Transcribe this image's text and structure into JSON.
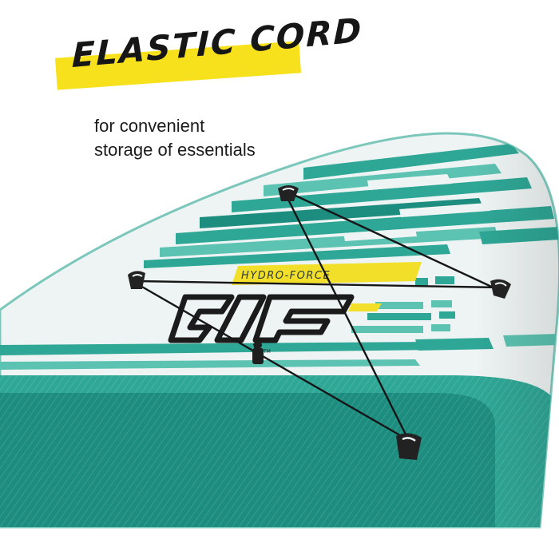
{
  "headline": "ELASTIC CORD",
  "subtitle_lines": [
    "for convenient",
    "storage of essentials"
  ],
  "board_brand": "HYDRO-FORCE",
  "board_tm": "TM",
  "colors": {
    "teal": "#2fa796",
    "teal_dark": "#1d8d7f",
    "teal_light": "#5cc2b1",
    "board_white": "#eef4f3",
    "highlight_yellow": "#f7e11c",
    "brand_yellow": "#f1df2a",
    "cord_black": "#161616",
    "text": "#1b1b1b"
  }
}
